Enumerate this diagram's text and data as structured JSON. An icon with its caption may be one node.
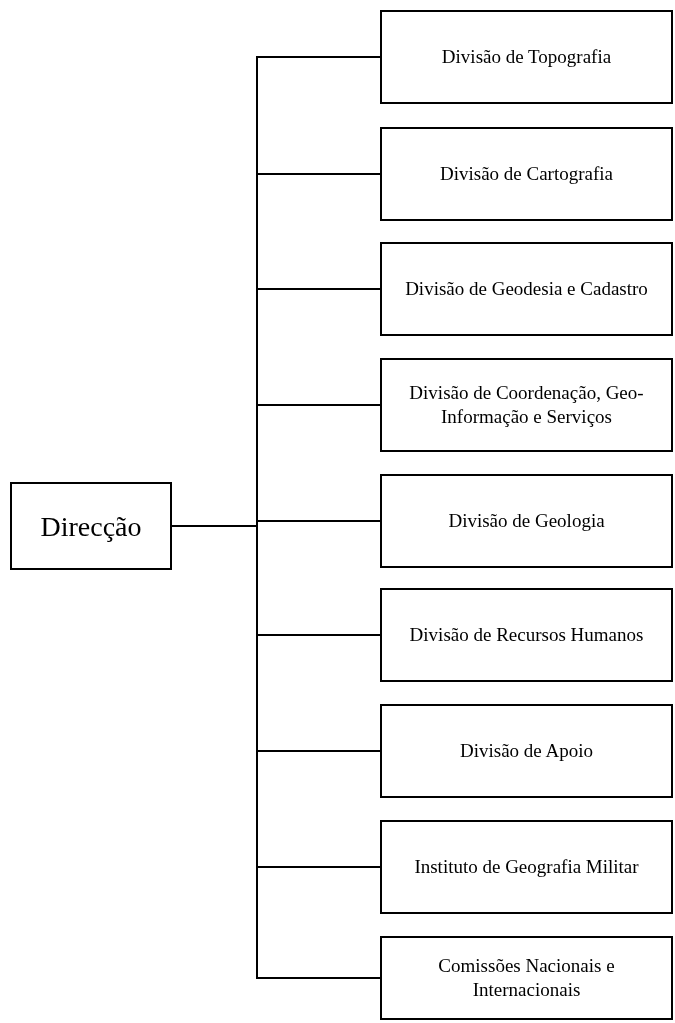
{
  "diagram": {
    "nodes": [
      {
        "text": [
          "Direcção"
        ]
      },
      {
        "text": [
          "Divisão de Topografia"
        ]
      },
      {
        "text": [
          "Divisão de Cartografia"
        ]
      },
      {
        "text": [
          "Divisão de Geodesia e Cadastro"
        ]
      },
      {
        "text": [
          "Divisão de Coordenação, Geo-Informação e Serviços"
        ]
      },
      {
        "text": [
          "Divisão de Geologia"
        ]
      },
      {
        "text": [
          "Divisão de Recursos Humanos"
        ]
      },
      {
        "text": [
          "Divisão de Apoio"
        ]
      },
      {
        "text": [
          "Instituto de Geografia Militar"
        ]
      },
      {
        "text": [
          "Comissões Nacionais e Internacionais"
        ]
      }
    ],
    "edges": [
      {
        "from": 0,
        "to": 1,
        "arrow": "none"
      },
      {
        "from": 0,
        "to": 2,
        "arrow": "none"
      },
      {
        "from": 0,
        "to": 3,
        "arrow": "none"
      },
      {
        "from": 0,
        "to": 4,
        "arrow": "none"
      },
      {
        "from": 0,
        "to": 5,
        "arrow": "none"
      },
      {
        "from": 0,
        "to": 6,
        "arrow": "none"
      },
      {
        "from": 0,
        "to": 7,
        "arrow": "none"
      },
      {
        "from": 0,
        "to": 8,
        "arrow": "none"
      },
      {
        "from": 0,
        "to": 9,
        "arrow": "none"
      }
    ]
  }
}
